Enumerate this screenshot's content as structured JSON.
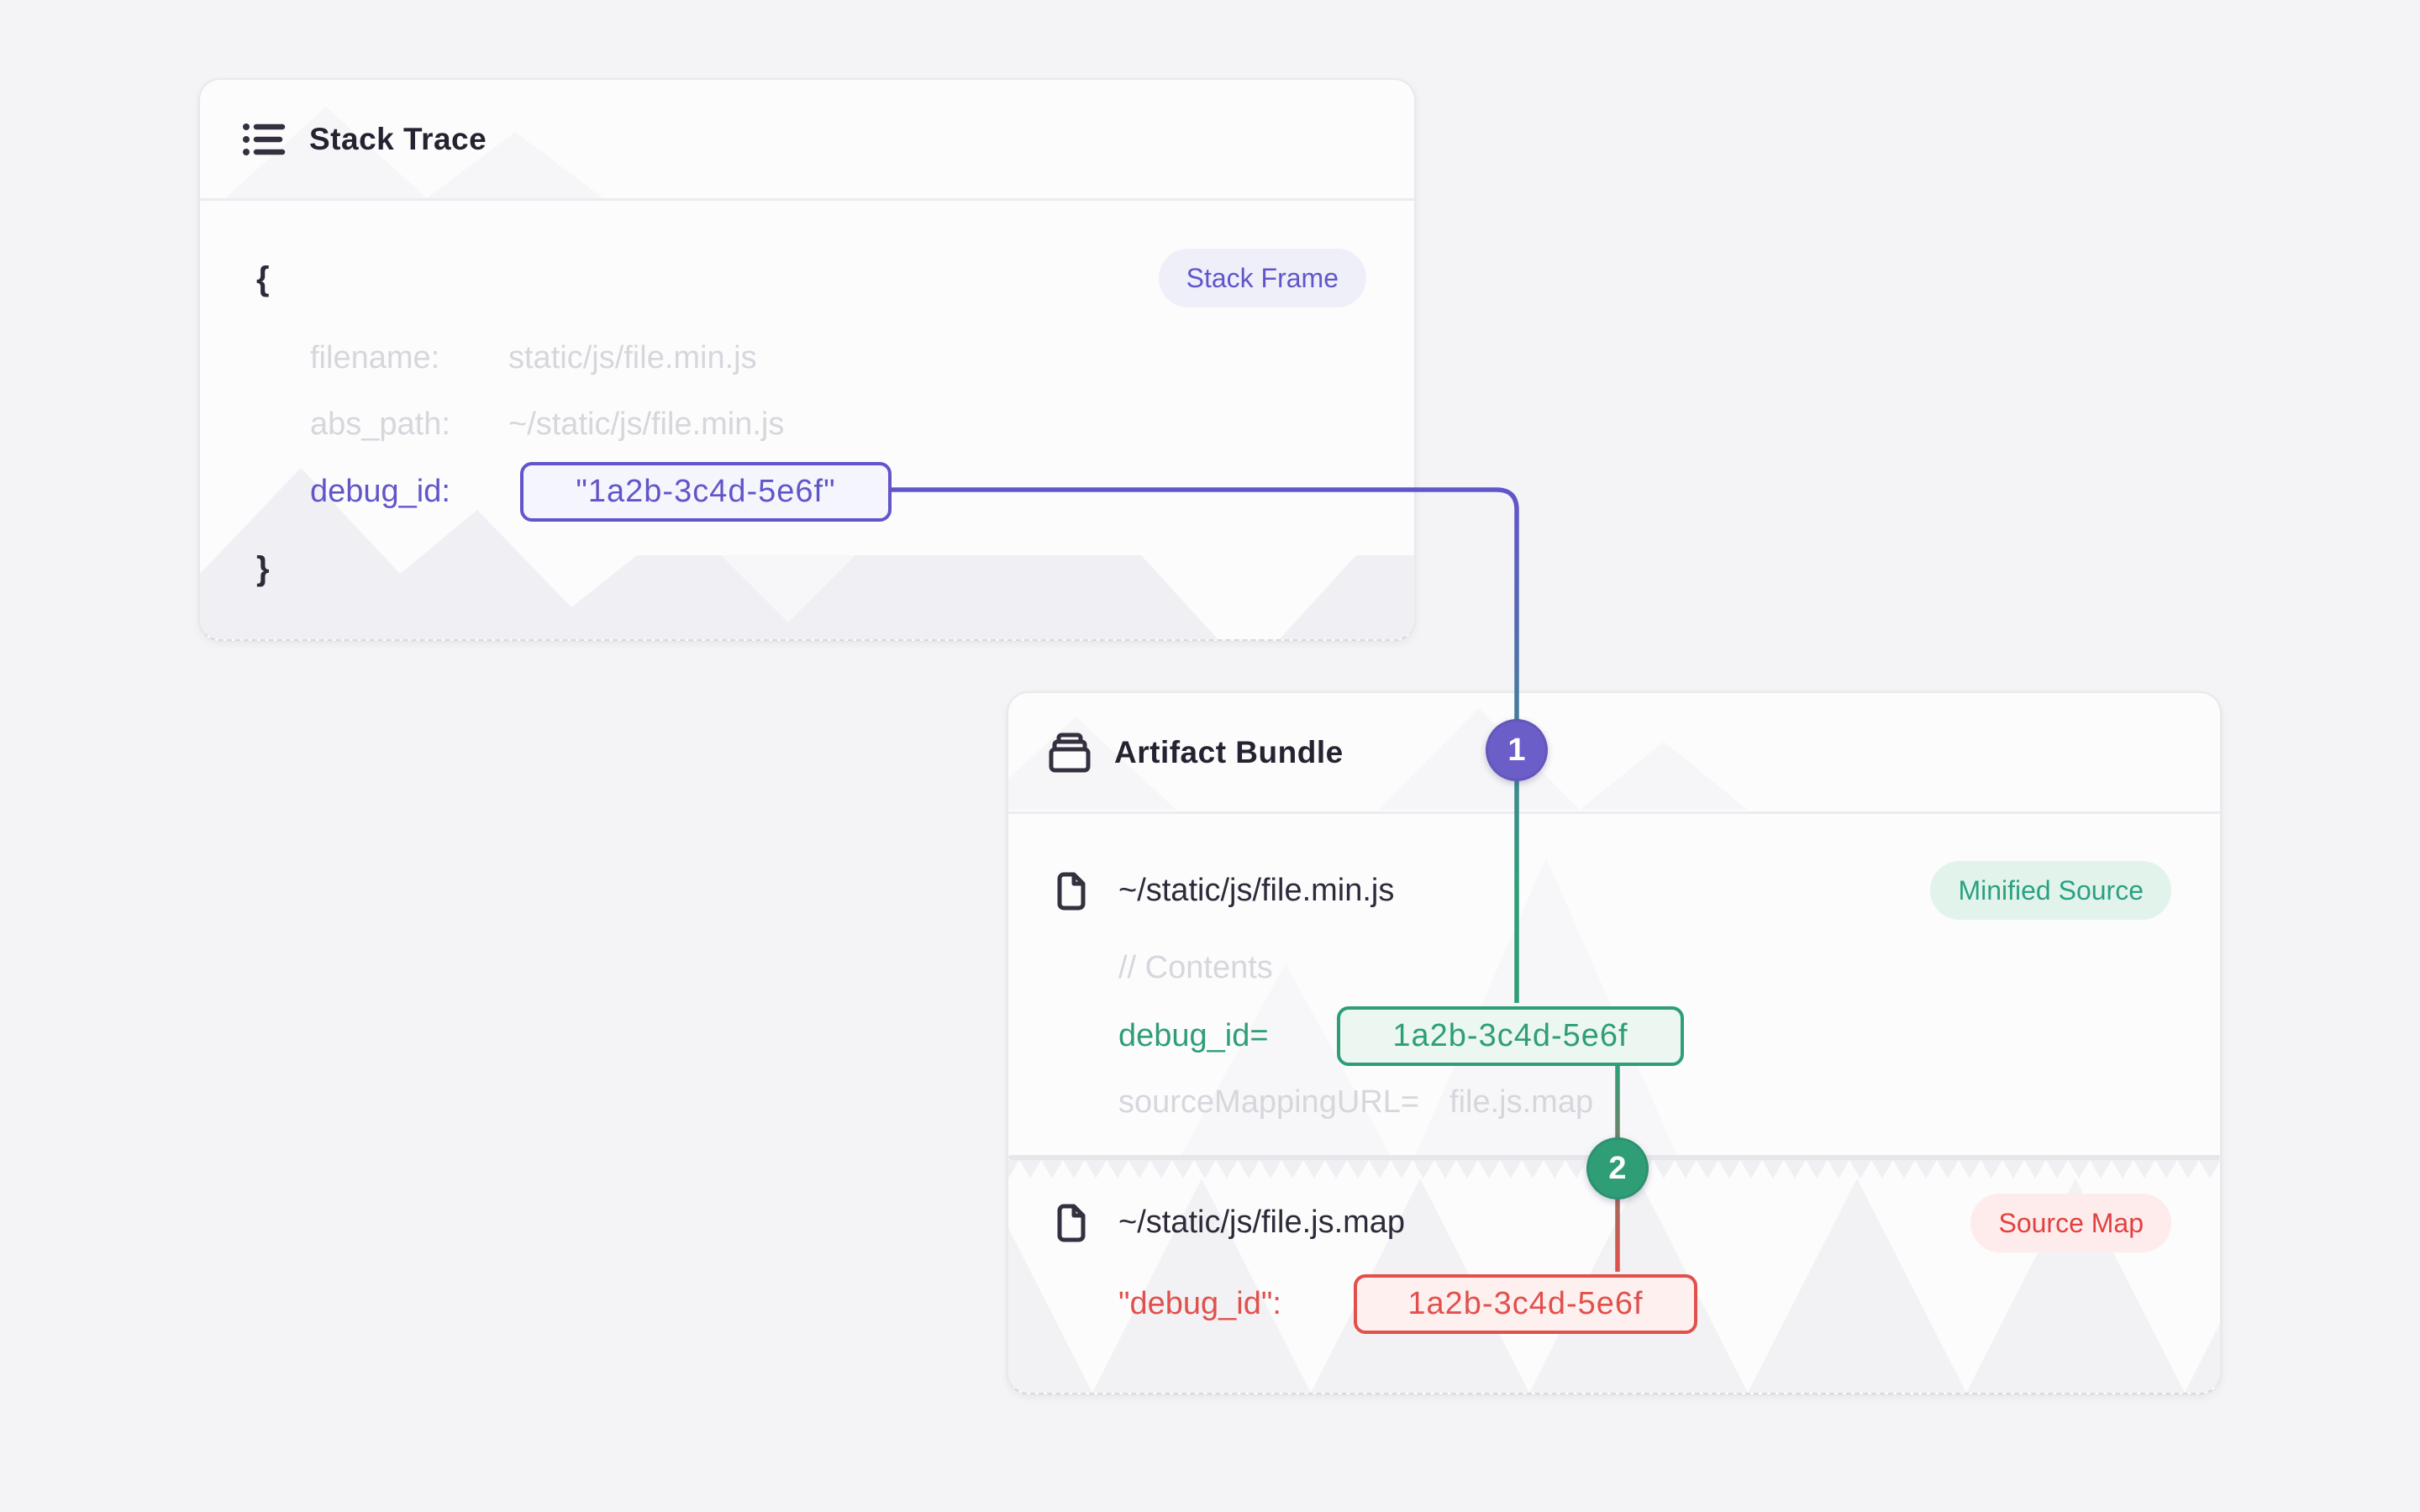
{
  "canvas": {
    "background": "#f4f4f6"
  },
  "palette": {
    "purple": "#6156c9",
    "teal": "#2f9e77",
    "red": "#e2504c",
    "dark_text": "#2f2a3a",
    "muted_text": "#d6d6dd",
    "card_background": "#fcfcfd"
  },
  "icons": {
    "stack_trace": "list-icon",
    "artifact_bundle": "archive-box-icon",
    "file": "file-icon"
  },
  "stack_trace_card": {
    "title": "Stack Trace",
    "frame_badge": "Stack Frame",
    "open_brace": "{",
    "close_brace": "}",
    "fields": [
      {
        "key": "filename:",
        "value": "static/js/file.min.js"
      },
      {
        "key": "abs_path:",
        "value": "~/static/js/file.min.js"
      }
    ],
    "debug_field": {
      "key": "debug_id:",
      "value": "\"1a2b-3c4d-5e6f\""
    }
  },
  "artifact_bundle_card": {
    "title": "Artifact Bundle",
    "minified_source": {
      "path": "~/static/js/file.min.js",
      "badge": "Minified Source",
      "comment": "// Contents",
      "debug_field": {
        "key": "debug_id=",
        "value": "1a2b-3c4d-5e6f"
      },
      "source_mapping": {
        "key": "sourceMappingURL=",
        "value": "file.js.map"
      }
    },
    "source_map": {
      "path": "~/static/js/file.js.map",
      "badge": "Source Map",
      "debug_field": {
        "key": "\"debug_id\":",
        "value": "1a2b-3c4d-5e6f"
      }
    }
  },
  "connectors": {
    "step1": {
      "label": "1",
      "color": "#6b5ec9"
    },
    "step2": {
      "label": "2",
      "color": "#2f9e77"
    }
  }
}
